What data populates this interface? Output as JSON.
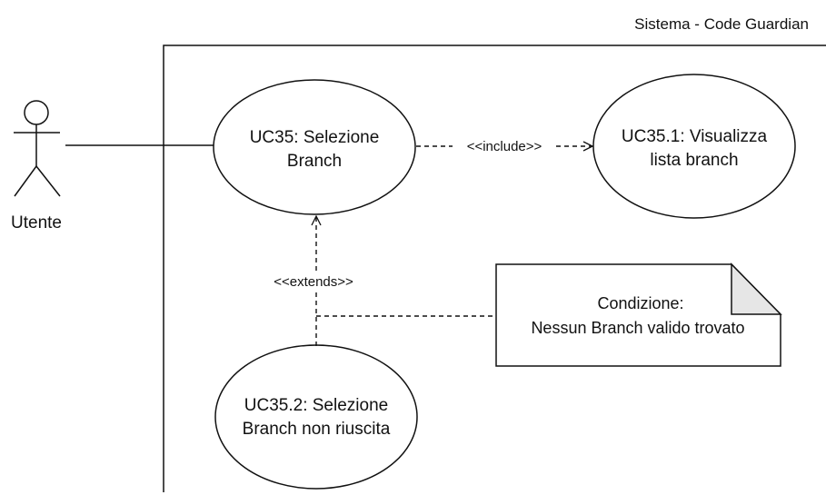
{
  "system": {
    "title": "Sistema - Code Guardian"
  },
  "actor": {
    "label": "Utente"
  },
  "use_cases": {
    "uc35": {
      "line1": "UC35: Selezione",
      "line2": "Branch"
    },
    "uc35_1": {
      "line1": "UC35.1: Visualizza",
      "line2": "lista branch"
    },
    "uc35_2": {
      "line1": "UC35.2: Selezione",
      "line2": "Branch non riuscita"
    }
  },
  "relations": {
    "include": "<<include>>",
    "extends": "<<extends>>"
  },
  "note": {
    "line1": "Condizione:",
    "line2": "Nessun Branch valido trovato"
  }
}
